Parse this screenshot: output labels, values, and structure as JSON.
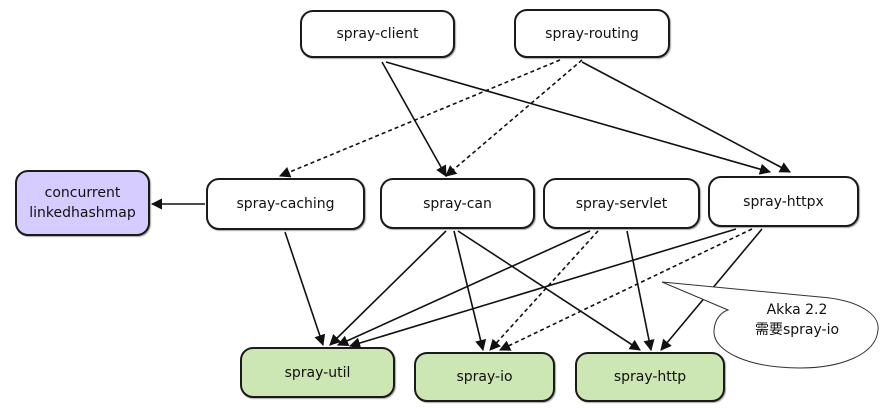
{
  "diagram": {
    "nodes": [
      {
        "id": "spray-client",
        "label": "spray-client",
        "style": "white"
      },
      {
        "id": "spray-routing",
        "label": "spray-routing",
        "style": "white"
      },
      {
        "id": "concurrent-linkedhashmap",
        "label": "concurrent\nlinkedhashmap",
        "style": "purple"
      },
      {
        "id": "spray-caching",
        "label": "spray-caching",
        "style": "white"
      },
      {
        "id": "spray-can",
        "label": "spray-can",
        "style": "white"
      },
      {
        "id": "spray-servlet",
        "label": "spray-servlet",
        "style": "white"
      },
      {
        "id": "spray-httpx",
        "label": "spray-httpx",
        "style": "white"
      },
      {
        "id": "spray-util",
        "label": "spray-util",
        "style": "green"
      },
      {
        "id": "spray-io",
        "label": "spray-io",
        "style": "green"
      },
      {
        "id": "spray-http",
        "label": "spray-http",
        "style": "green"
      }
    ],
    "edges": [
      {
        "from": "spray-client",
        "to": "spray-can",
        "style": "solid"
      },
      {
        "from": "spray-client",
        "to": "spray-httpx",
        "style": "solid"
      },
      {
        "from": "spray-routing",
        "to": "spray-caching",
        "style": "dashed"
      },
      {
        "from": "spray-routing",
        "to": "spray-can",
        "style": "dashed"
      },
      {
        "from": "spray-routing",
        "to": "spray-httpx",
        "style": "solid"
      },
      {
        "from": "spray-caching",
        "to": "concurrent-linkedhashmap",
        "style": "solid"
      },
      {
        "from": "spray-caching",
        "to": "spray-util",
        "style": "solid"
      },
      {
        "from": "spray-can",
        "to": "spray-util",
        "style": "solid"
      },
      {
        "from": "spray-can",
        "to": "spray-io",
        "style": "solid"
      },
      {
        "from": "spray-can",
        "to": "spray-http",
        "style": "solid"
      },
      {
        "from": "spray-servlet",
        "to": "spray-util",
        "style": "solid"
      },
      {
        "from": "spray-servlet",
        "to": "spray-io",
        "style": "dashed"
      },
      {
        "from": "spray-servlet",
        "to": "spray-http",
        "style": "solid"
      },
      {
        "from": "spray-httpx",
        "to": "spray-util",
        "style": "solid"
      },
      {
        "from": "spray-httpx",
        "to": "spray-io",
        "style": "dashed"
      },
      {
        "from": "spray-httpx",
        "to": "spray-http",
        "style": "solid"
      }
    ],
    "callout": {
      "text": "Akka 2.2\n需要spray-io",
      "points_to": "dashed dependencies on spray-io"
    },
    "colors": {
      "white_node": "#ffffff",
      "green_node": "#cce6b4",
      "purple_node": "#d6ccff",
      "border": "#1a1a1a"
    }
  }
}
